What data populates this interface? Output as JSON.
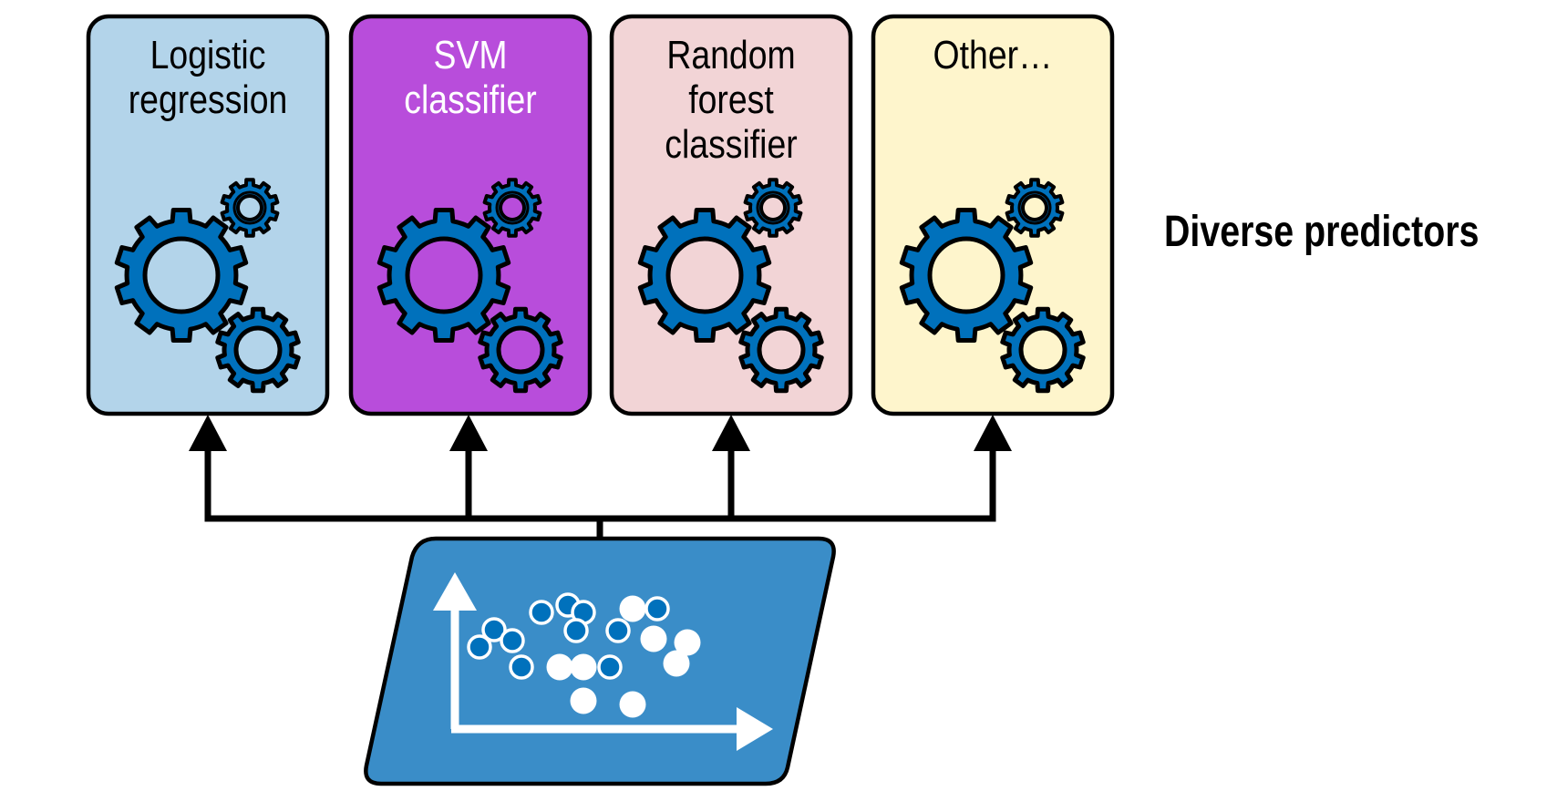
{
  "title": "Diverse predictors",
  "colors": {
    "gear_fill": "#0071BC",
    "outline": "#000000",
    "data_box_fill": "#3A8DC8",
    "point_blue": "#0071BC",
    "point_white": "#FFFFFF"
  },
  "predictors": [
    {
      "lines": [
        "Logistic",
        "regression"
      ],
      "fill": "#B3D4EA",
      "text_color": "#000000"
    },
    {
      "lines": [
        "SVM",
        "classifier"
      ],
      "fill": "#B84DDB",
      "text_color": "#FFFFFF"
    },
    {
      "lines": [
        "Random",
        "forest",
        "classifier"
      ],
      "fill": "#F2D4D6",
      "text_color": "#000000"
    },
    {
      "lines": [
        "Other…"
      ],
      "fill": "#FEF5CC",
      "text_color": "#000000"
    }
  ],
  "training_data": {
    "icon": "scatter-plot-icon",
    "class_a_points": 11,
    "class_b_points": 8
  }
}
